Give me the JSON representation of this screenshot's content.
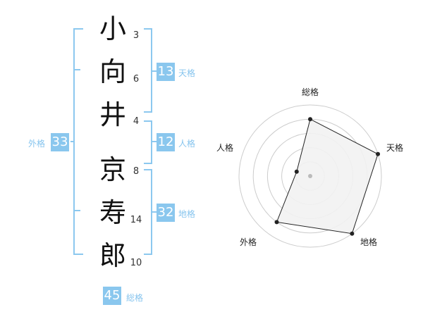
{
  "name": {
    "chars": [
      "小",
      "向",
      "井",
      "京",
      "寿",
      "郎"
    ],
    "strokes": [
      "3",
      "6",
      "4",
      "8",
      "14",
      "10"
    ]
  },
  "fortunes": {
    "tenkaku": {
      "value": "13",
      "label": "天格"
    },
    "jinkaku": {
      "value": "12",
      "label": "人格"
    },
    "chikaku": {
      "value": "32",
      "label": "地格"
    },
    "gaikaku": {
      "value": "33",
      "label": "外格"
    },
    "soukaku": {
      "value": "45",
      "label": "総格"
    }
  },
  "chart_data": {
    "type": "radar",
    "axes": [
      "総格",
      "天格",
      "地格",
      "外格",
      "人格"
    ],
    "values": [
      4,
      5,
      5,
      4,
      1
    ],
    "max": 5,
    "rings": 5,
    "colors": {
      "fill": "#f2f2f2",
      "line": "#222222",
      "grid": "#cccccc"
    }
  }
}
